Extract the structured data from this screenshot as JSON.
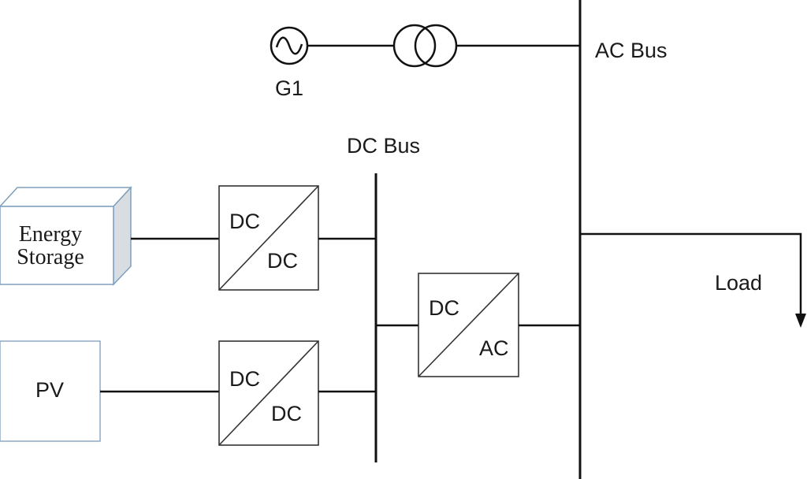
{
  "buses": {
    "ac_bus": "AC Bus",
    "dc_bus": "DC Bus"
  },
  "generator": {
    "label": "G1",
    "icon": "ac-source-icon"
  },
  "transformer": {
    "icon": "transformer-icon"
  },
  "energy_storage": {
    "line1": "Energy",
    "line2": "Storage",
    "color": "#b8cde0"
  },
  "pv": {
    "label": "PV",
    "color": "#9fb7d0"
  },
  "converters": {
    "dcdc_top": {
      "in": "DC",
      "out": "DC"
    },
    "dcdc_bottom": {
      "in": "DC",
      "out": "DC"
    },
    "dcac": {
      "in": "DC",
      "out": "AC"
    }
  },
  "load": {
    "label": "Load"
  }
}
